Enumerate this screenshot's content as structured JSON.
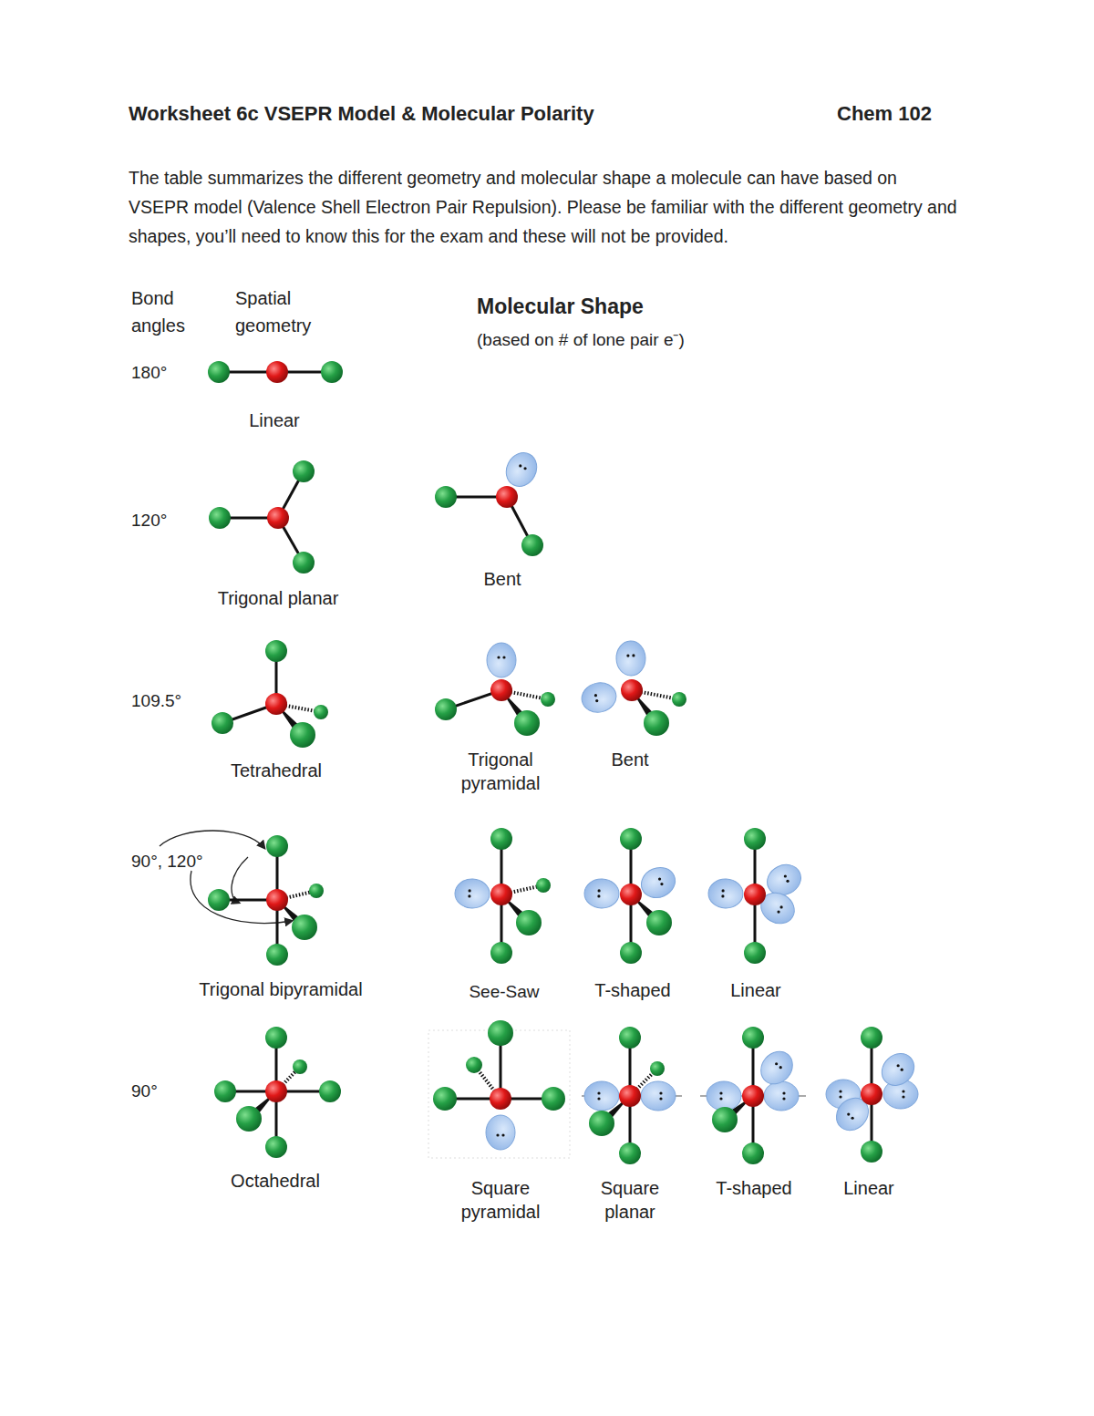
{
  "diagram": {
    "title": "Worksheet 6c VSEPR Model & Molecular Polarity",
    "labels": [
      "Chem 102",
      "The table summarizes the different geometry and molecular shape a molecule can have based on VSEPR model (Valence Shell Electron Pair Repulsion).  Please be familiar with the different geometry and shapes, you’ll need to know this for the exam and these will not be provided.",
      "Bond angles",
      "Spatial geometry",
      "Molecular Shape",
      "(based on # of lone pair e⁻)",
      "180°",
      "Linear",
      "120°",
      "Trigonal planar",
      "Bent",
      "109.5°",
      "Tetrahedral",
      "Trigonal pyramidal",
      "Bent",
      "90°, 120°",
      "Trigonal bipyramidal",
      "See-Saw",
      "T-shaped",
      "Linear",
      "90°",
      "Octahedral",
      "Square pyramidal",
      "Square planar",
      "T-shaped",
      "Linear"
    ]
  }
}
